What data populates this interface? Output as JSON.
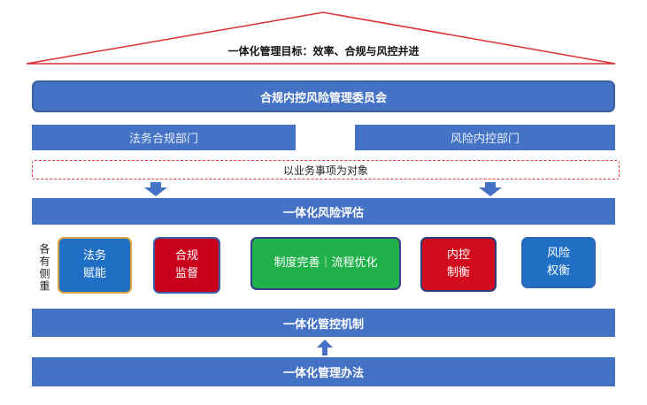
{
  "roof": {
    "title": "一体化管理目标：效率、合规与风控并进"
  },
  "committee": {
    "label": "合规内控风险管理委员会"
  },
  "departments": {
    "legal": "法务合规部门",
    "risk_control": "风险内控部门"
  },
  "object_bar": {
    "label": "以业务事项为对象"
  },
  "assessment": {
    "label": "一体化风险评估"
  },
  "side_label": "各有侧重",
  "focus_boxes": {
    "legal": "法务\n赋能",
    "compliance": "合规\n监督",
    "system": "制度完善｜流程优化",
    "internal_control": "内控\n制衡",
    "risk": "风险\n权衡"
  },
  "mechanism": {
    "label": "一体化管控机制"
  },
  "method": {
    "label": "一体化管理办法"
  },
  "colors": {
    "bar_blue": "#4472c4",
    "roof_red": "#d9302f",
    "arrow_blue": "#4472c4",
    "green": "#20b14b",
    "red": "#c8001c",
    "focus_blue": "#1f6fc5"
  }
}
